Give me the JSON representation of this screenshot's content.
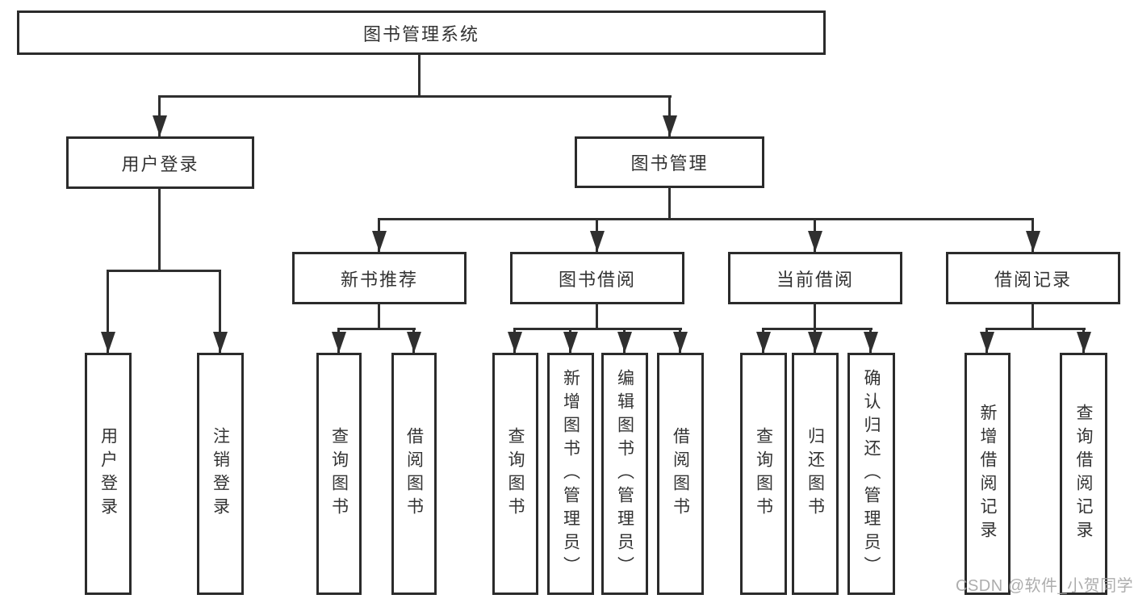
{
  "diagram": {
    "root": "图书管理系统",
    "branches": {
      "user_login": {
        "label": "用户登录",
        "children": [
          "用户登录",
          "注销登录"
        ]
      },
      "book_management": {
        "label": "图书管理",
        "children": [
          {
            "label": "新书推荐",
            "children": [
              "查询图书",
              "借阅图书"
            ]
          },
          {
            "label": "图书借阅",
            "children": [
              "查询图书",
              "新增图书（管理员）",
              "编辑图书（管理员）",
              "借阅图书"
            ]
          },
          {
            "label": "当前借阅",
            "children": [
              "查询图书",
              "归还图书",
              "确认归还（管理员）"
            ]
          },
          {
            "label": "借阅记录",
            "children": [
              "新增借阅记录",
              "查询借阅记录"
            ]
          }
        ]
      }
    },
    "watermark": "CSDN @软件_小贺同学",
    "colors": {
      "line": "#2f2f2f",
      "border": "#2b2b2b",
      "text": "#333333",
      "watermark": "#a5a5a5",
      "background": "#ffffff"
    }
  }
}
